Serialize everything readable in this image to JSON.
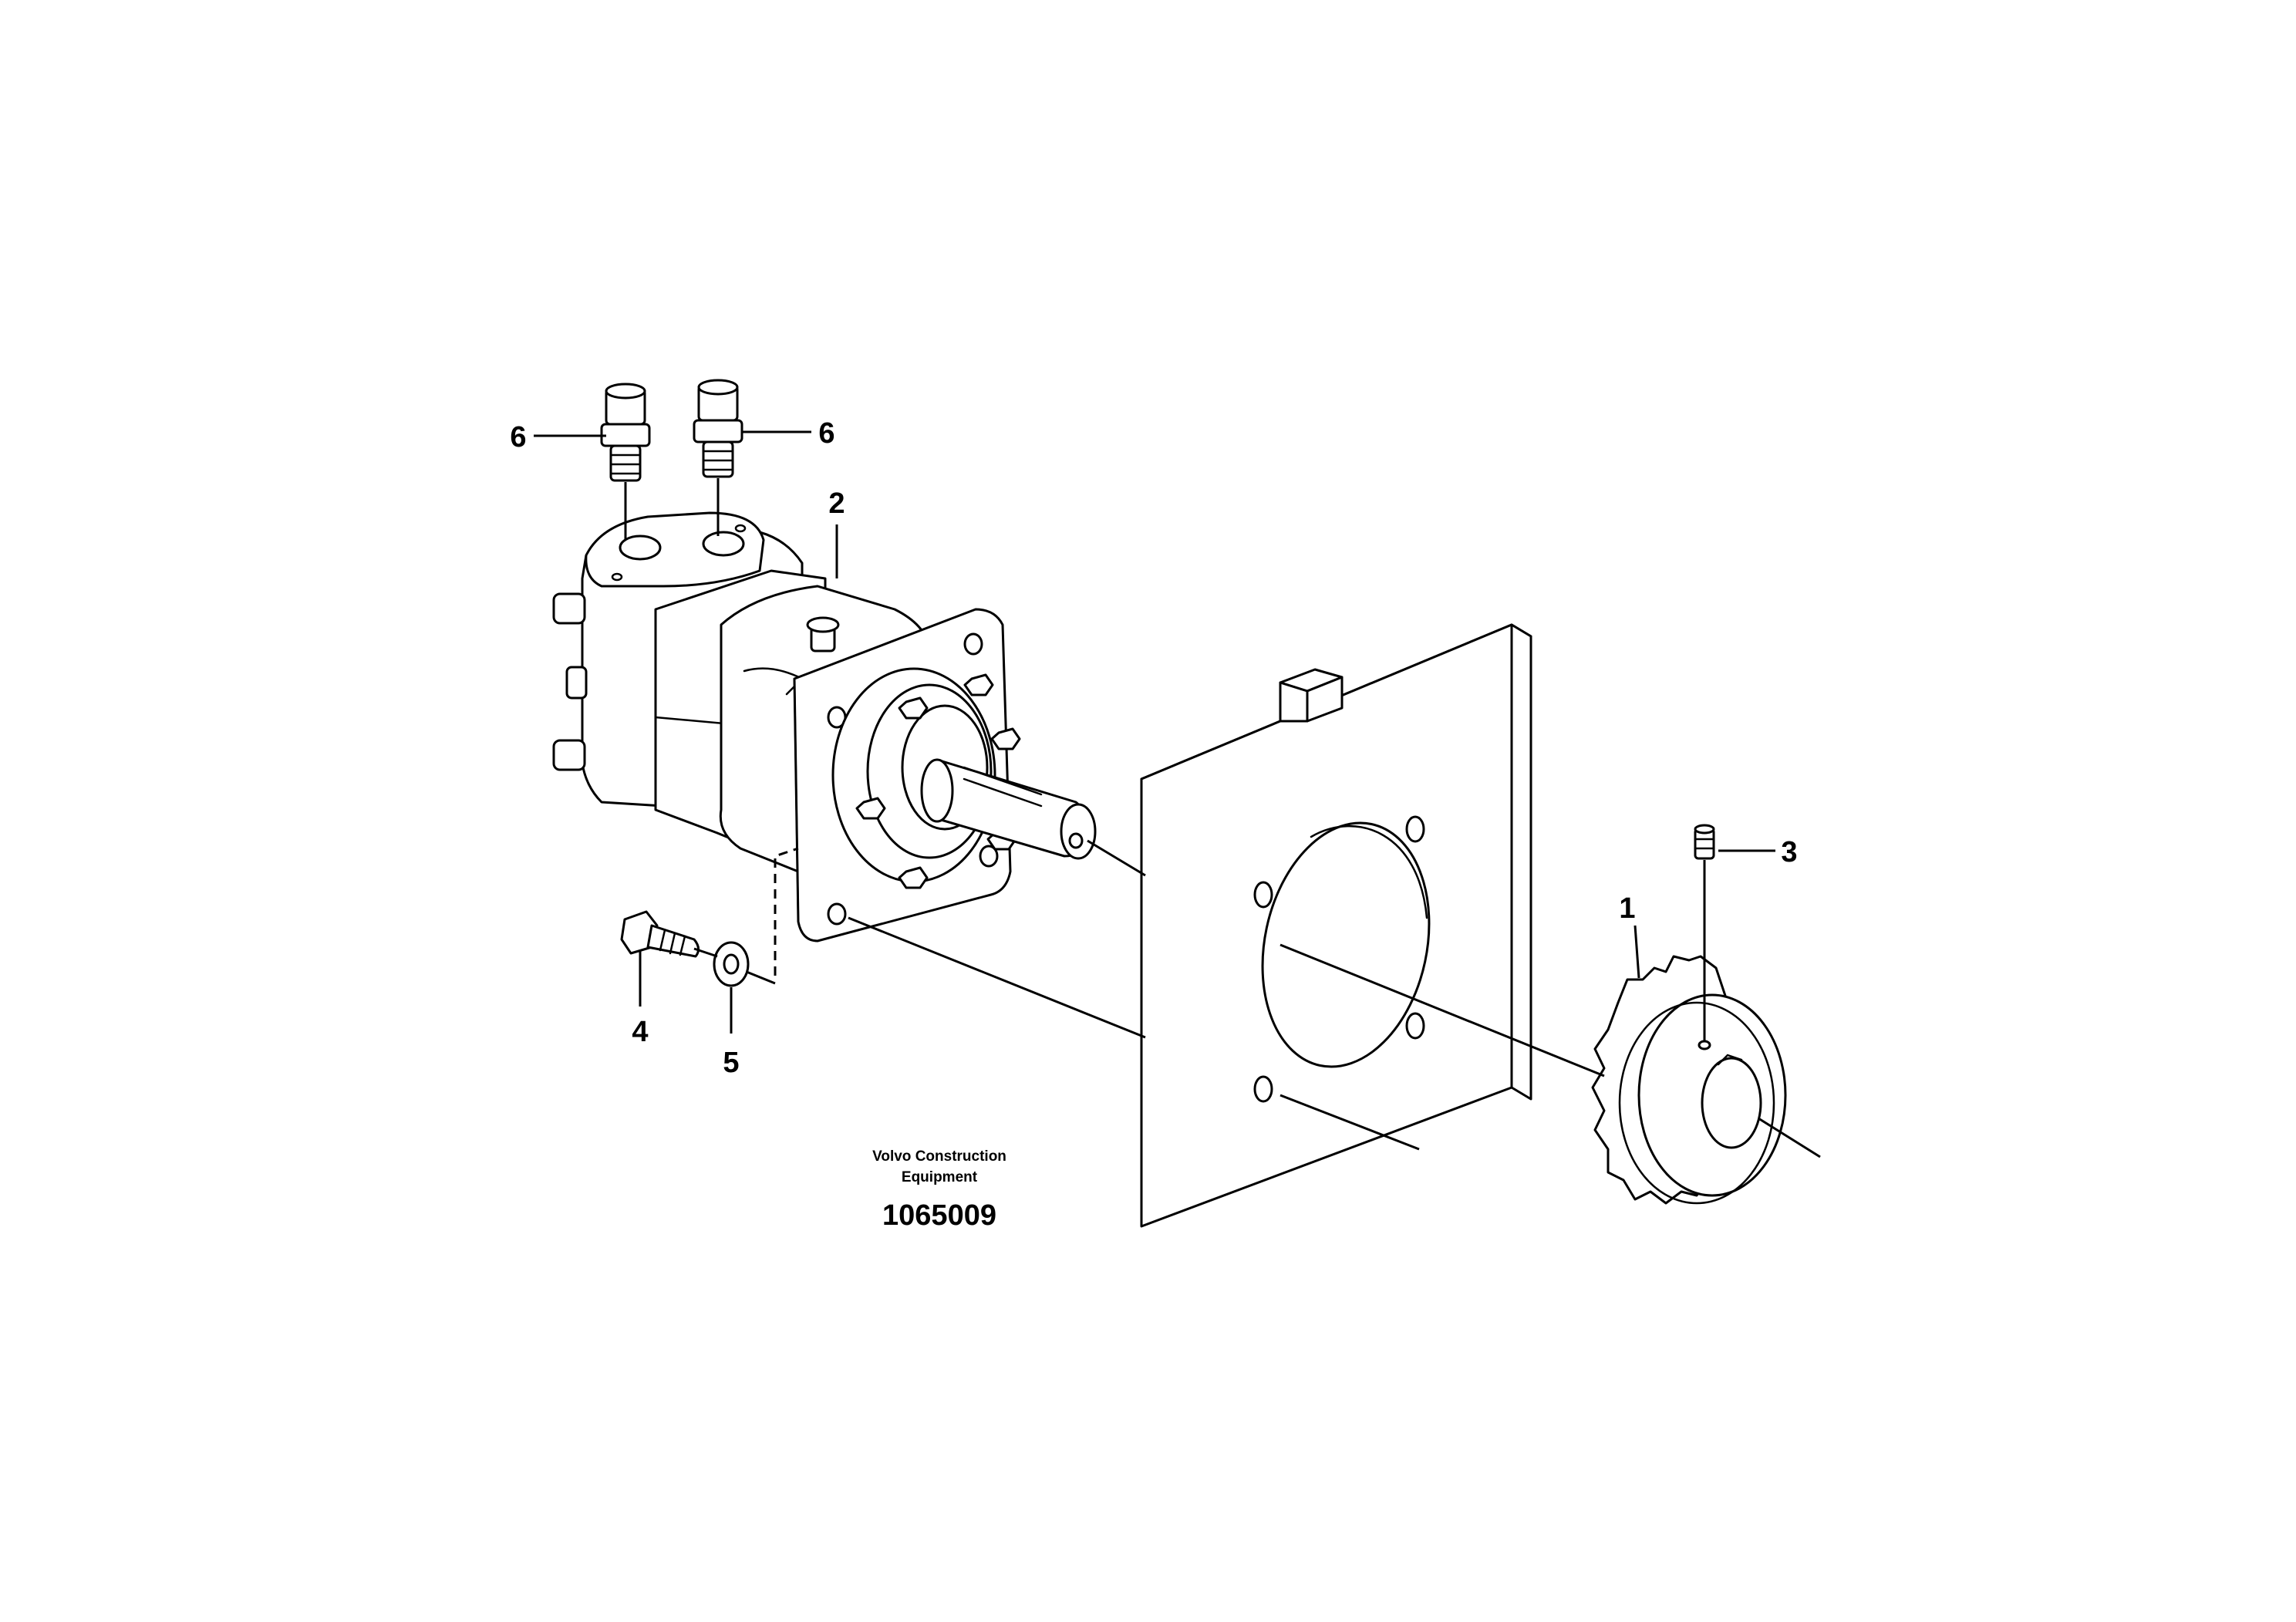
{
  "diagram": {
    "callouts": [
      {
        "id": "1",
        "label": "1"
      },
      {
        "id": "2",
        "label": "2"
      },
      {
        "id": "3",
        "label": "3"
      },
      {
        "id": "4",
        "label": "4"
      },
      {
        "id": "5",
        "label": "5"
      },
      {
        "id": "6a",
        "label": "6"
      },
      {
        "id": "6b",
        "label": "6"
      }
    ],
    "credit_line1": "Volvo Construction",
    "credit_line2": "Equipment",
    "document_number": "1065009",
    "colors": {
      "line": "#000000",
      "background": "#ffffff"
    }
  }
}
